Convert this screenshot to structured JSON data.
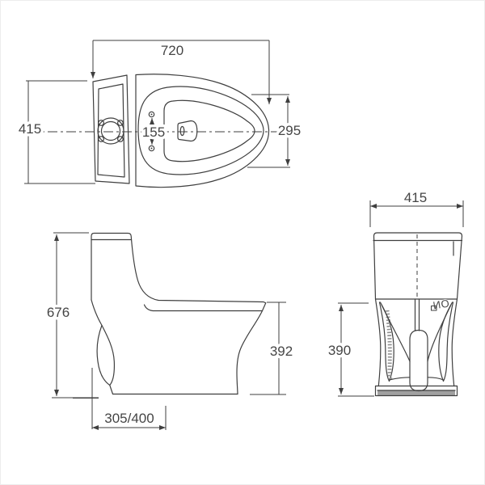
{
  "views": {
    "top": {
      "dim_width": "720",
      "dim_depth": "415",
      "dim_hole_spacing": "155",
      "dim_seat_width": "295"
    },
    "side": {
      "dim_height": "676",
      "dim_rim_height": "392",
      "dim_rough_in": "305/400"
    },
    "rear": {
      "dim_width": "415",
      "dim_bowl_height": "390"
    },
    "brand_mark": "ON"
  },
  "colors": {
    "line": "#3f3f3f",
    "text": "#454545",
    "shade": "#a0a0a0",
    "background": "#ffffff"
  }
}
